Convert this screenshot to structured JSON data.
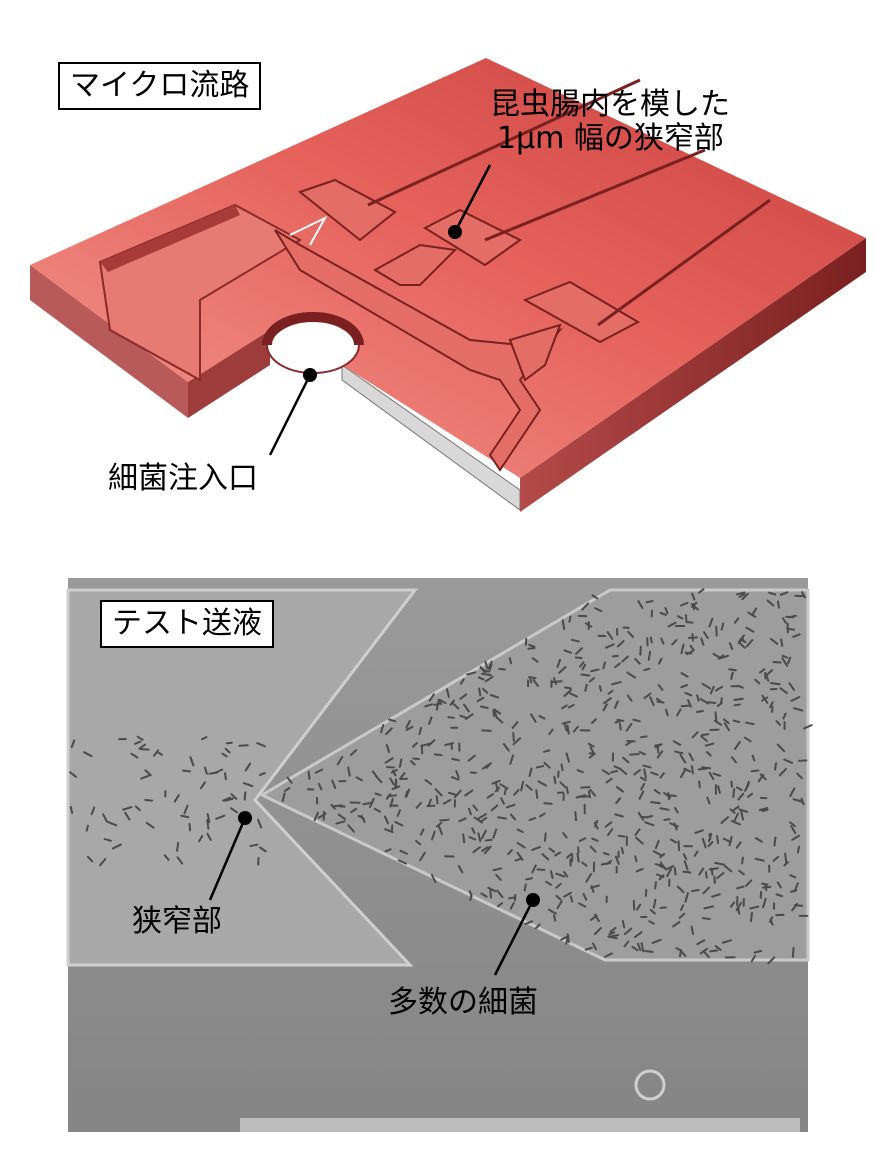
{
  "top_panel": {
    "title": "マイクロ流路",
    "annotation_narrow": [
      "昆虫腸内を模した",
      "1μm 幅の狭窄部"
    ],
    "annotation_inlet": "細菌注入口",
    "colors": {
      "chip_top": "#e0605a",
      "chip_side": "#8a2a2a",
      "chip_base": "#d8d8d8"
    }
  },
  "bottom_panel": {
    "title": "テスト送液",
    "annotation_constriction": "狭窄部",
    "annotation_bacteria": "多数の細菌",
    "colors": {
      "background": "#8f8f8f",
      "bacteria": "#4a4a4a"
    }
  }
}
